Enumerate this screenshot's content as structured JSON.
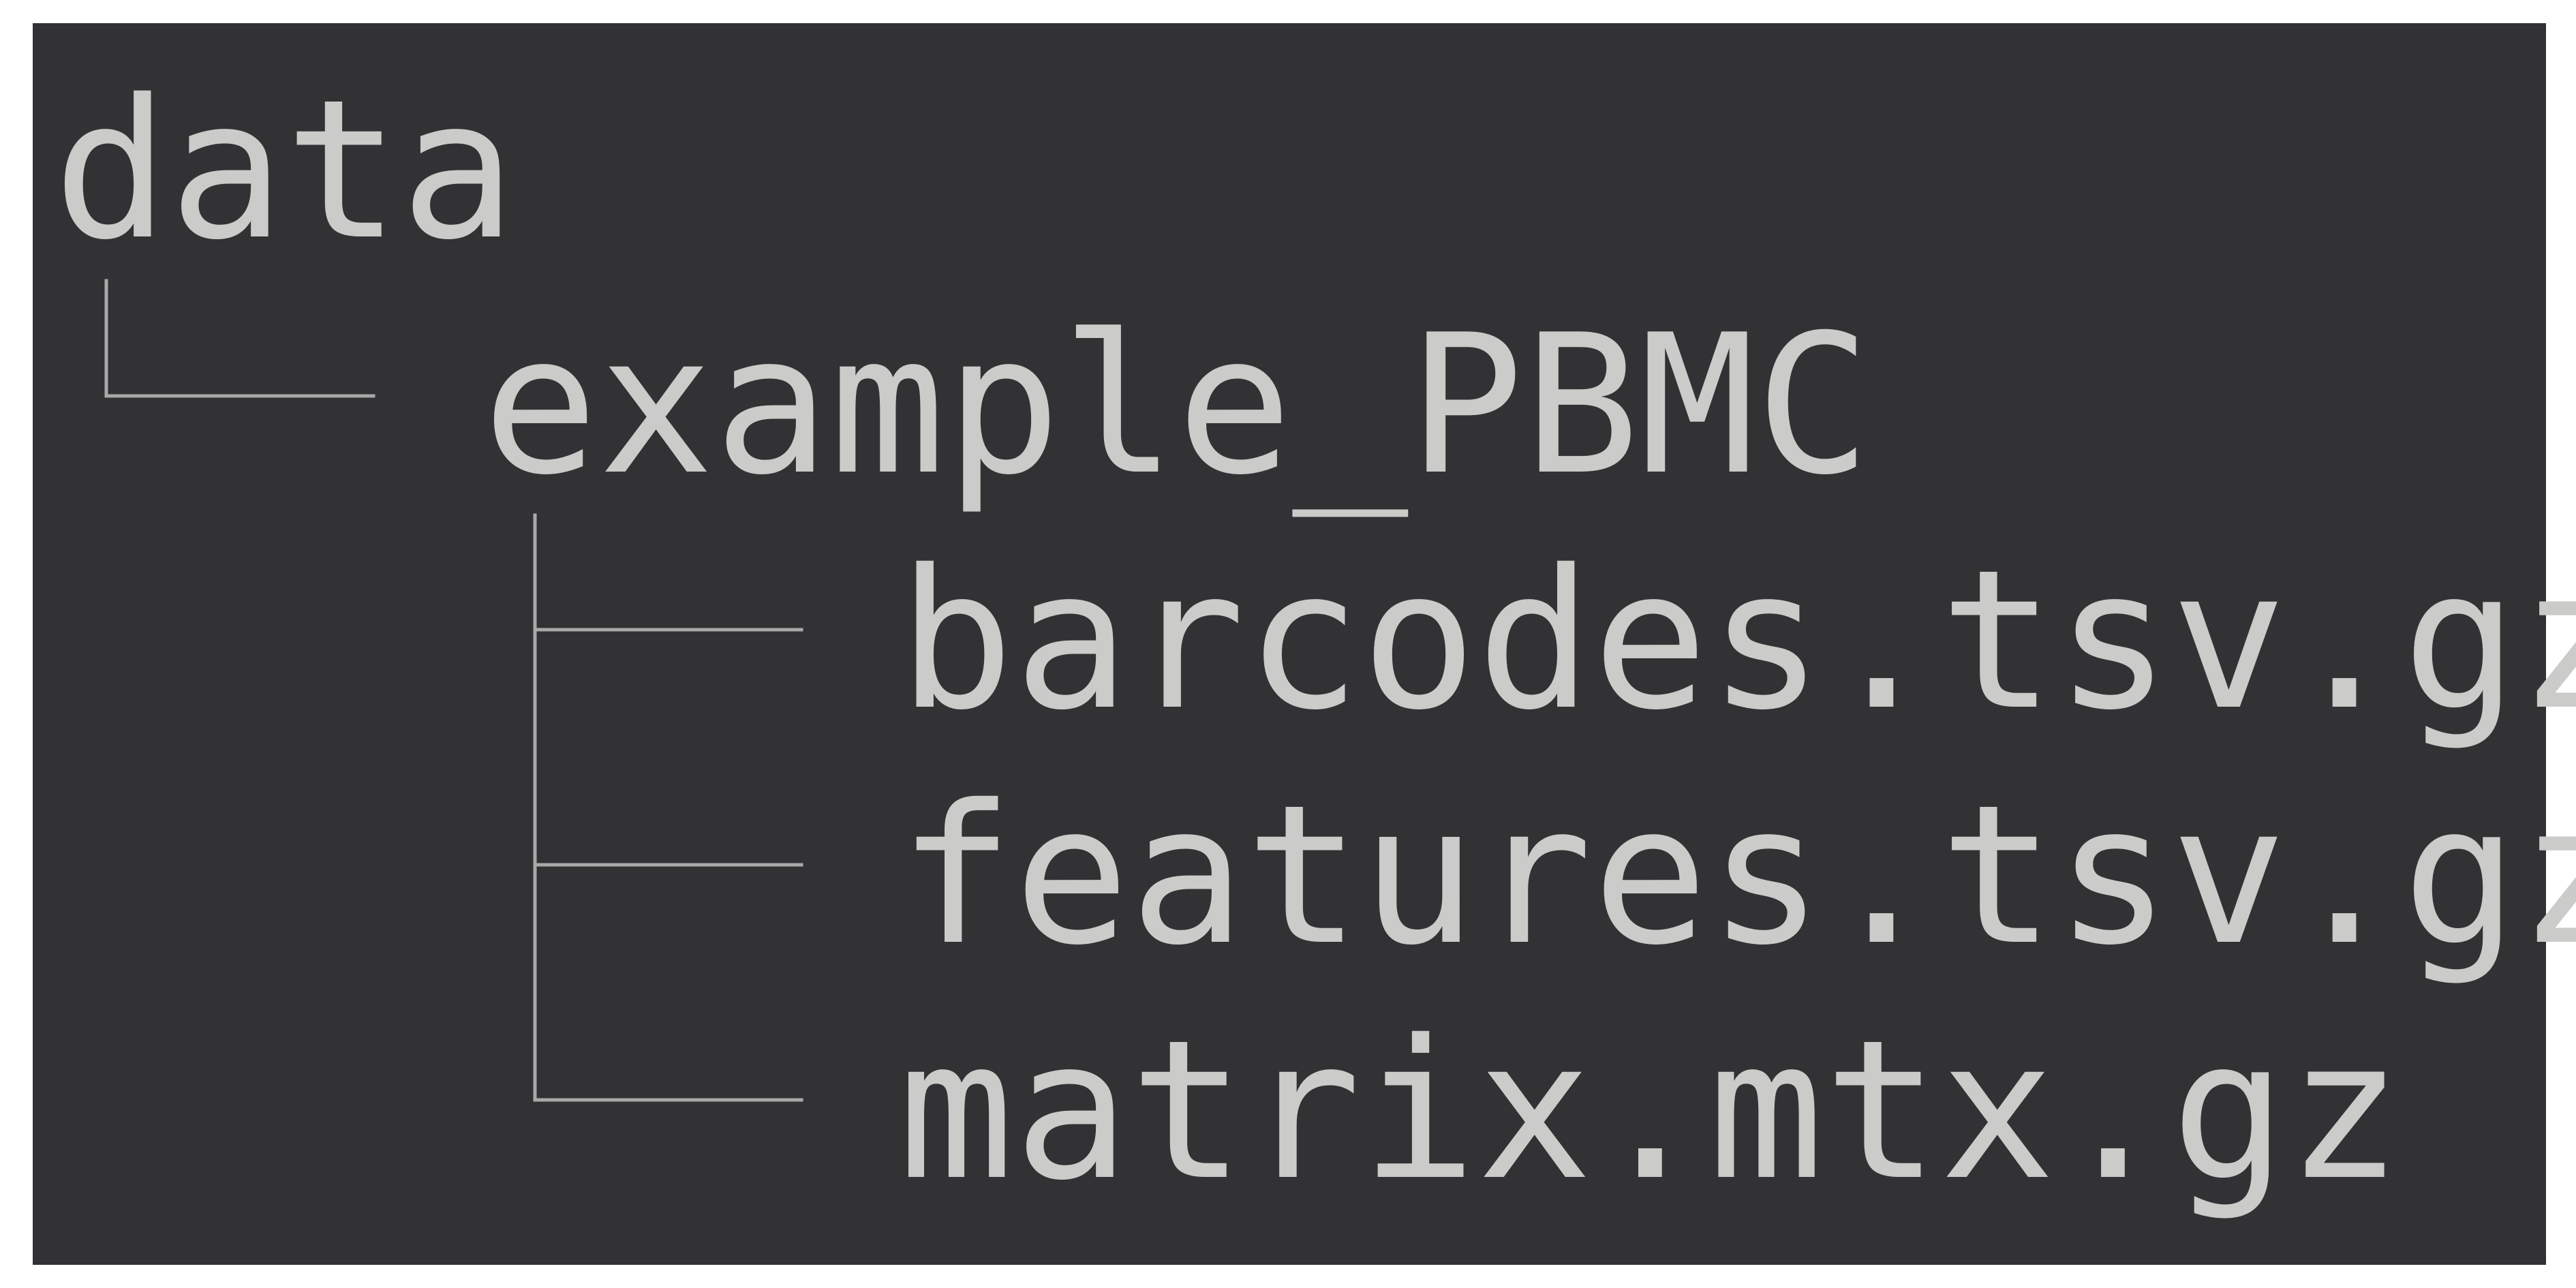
{
  "tree": {
    "root": {
      "name": "data",
      "children": [
        {
          "name": "example_PBMC",
          "children": [
            {
              "name": "barcodes.tsv.gz"
            },
            {
              "name": "features.tsv.gz"
            },
            {
              "name": "matrix.mtx.gz"
            }
          ]
        }
      ]
    }
  },
  "colors": {
    "background": "#323234",
    "text": "#cbcbc9",
    "tree_lines": "#a9a9a9"
  }
}
